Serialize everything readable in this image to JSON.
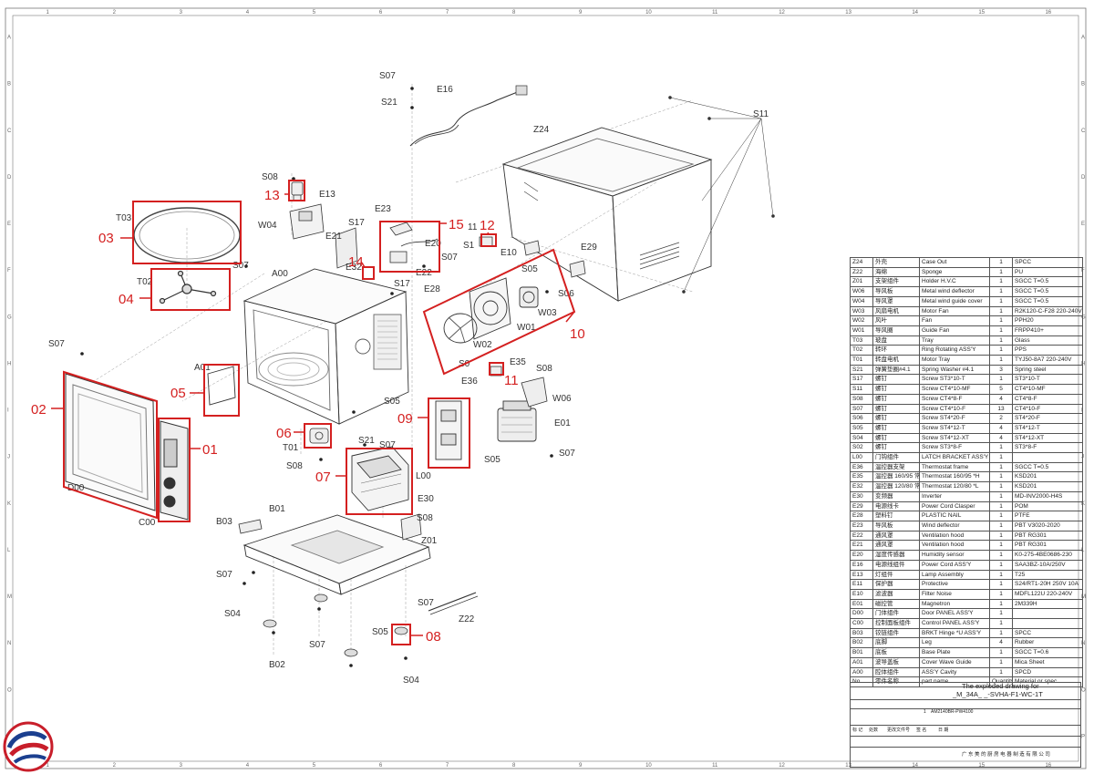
{
  "grid": {
    "columns": [
      "1",
      "2",
      "3",
      "4",
      "5",
      "6",
      "7",
      "8",
      "9",
      "10",
      "11",
      "12",
      "13",
      "14",
      "15",
      "16"
    ],
    "rows": [
      "A",
      "B",
      "C",
      "D",
      "E",
      "F",
      "G",
      "H",
      "I",
      "J",
      "K",
      "L",
      "M",
      "N",
      "O",
      "P"
    ]
  },
  "labels": {
    "S07a": "S07",
    "S21a": "S21",
    "E16": "E16",
    "Z24": "Z24",
    "S11": "S11",
    "S08a": "S08",
    "E13": "E13",
    "T03": "T03",
    "W04": "W04",
    "E23": "E23",
    "S17a": "S17",
    "E21": "E21",
    "E20": "E20",
    "S1x": "S1",
    "S1y": "11",
    "E10": "E10",
    "E29": "E29",
    "S07b": "S07",
    "A00": "A00",
    "T02": "T02",
    "S07c": "S07",
    "E32": "E32",
    "E22": "E22",
    "S17b": "S17",
    "E28": "E28",
    "S05a": "S05",
    "S06": "S06",
    "W03": "W03",
    "W01": "W01",
    "W02": "W02",
    "S07d": "S07",
    "A01": "A01",
    "S05b": "S05",
    "S02": "S0",
    "E35": "E35",
    "S08b": "S08",
    "E36": "E36",
    "W06": "W06",
    "D00": "D00",
    "C00": "C00",
    "T01": "T01",
    "S21b": "S21",
    "S07e": "S07",
    "E01": "E01",
    "S08c": "S08",
    "L00": "L00",
    "S05c": "S05",
    "S07f": "S07",
    "E30": "E30",
    "B01": "B01",
    "S08d": "S08",
    "B03": "B03",
    "Z01": "Z01",
    "S07g": "S07",
    "S04a": "S04",
    "S07h": "S07",
    "Z22": "Z22",
    "S05d": "S05",
    "S07i": "S07",
    "B02": "B02",
    "S04b": "S04"
  },
  "callouts": {
    "c01": "01",
    "c02": "02",
    "c03": "03",
    "c04": "04",
    "c05": "05",
    "c06": "06",
    "c07": "07",
    "c08": "08",
    "c09": "09",
    "c10": "10",
    "c11": "11",
    "c12": "12",
    "c13": "13",
    "c14": "14",
    "c15": "15"
  },
  "colors": {
    "callout": "#d42020",
    "line": "#333333"
  },
  "bom": [
    [
      "Z24",
      "外壳",
      "Case Out",
      "1",
      "SPCC"
    ],
    [
      "Z22",
      "海绵",
      "Sponge",
      "1",
      "PU"
    ],
    [
      "Z01",
      "支架组件",
      "Holder H.V.C",
      "1",
      "SGCC T=0.5"
    ],
    [
      "W06",
      "导风板",
      "Metal wind deflector",
      "1",
      "SGCC T=0.5"
    ],
    [
      "W04",
      "导风罩",
      "Metal wind guide cover",
      "1",
      "SGCC T=0.5"
    ],
    [
      "W03",
      "风扇电机",
      "Motor Fan",
      "1",
      "R2K120-C-F28 220-240V 50Hz"
    ],
    [
      "W02",
      "风叶",
      "Fan",
      "1",
      "PPH20"
    ],
    [
      "W01",
      "导风圈",
      "Guide Fan",
      "1",
      "FRPP410+"
    ],
    [
      "T03",
      "玻盘",
      "Tray",
      "1",
      "Glass"
    ],
    [
      "T02",
      "转环",
      "Ring Rotating ASS'Y",
      "1",
      "PPS"
    ],
    [
      "T01",
      "转盘电机",
      "Motor Tray",
      "1",
      "TYJ50-8A7 220-240V"
    ],
    [
      "S21",
      "弹簧垫圈#4.1",
      "Spring Washer #4.1",
      "3",
      "Spring steel"
    ],
    [
      "S17",
      "螺钉",
      "Screw ST3*10-T",
      "1",
      "ST3*10-T"
    ],
    [
      "S11",
      "螺钉",
      "Screw CT4*10-MF",
      "5",
      "CT4*10-MF"
    ],
    [
      "S08",
      "螺钉",
      "Screw CT4*8-F",
      "4",
      "CT4*8-F"
    ],
    [
      "S07",
      "螺钉",
      "Screw CT4*10-F",
      "13",
      "CT4*10-F"
    ],
    [
      "S06",
      "螺钉",
      "Screw ST4*20-F",
      "2",
      "ST4*20-F"
    ],
    [
      "S05",
      "螺钉",
      "Screw ST4*12-T",
      "4",
      "ST4*12-T"
    ],
    [
      "S04",
      "螺钉",
      "Screw ST4*12-XT",
      "4",
      "ST4*12-XT"
    ],
    [
      "S02",
      "螺钉",
      "Screw ST3*8-F",
      "1",
      "ST3*8-F"
    ],
    [
      "L00",
      "门钩组件",
      "LATCH BRACKET ASS'Y",
      "1",
      ""
    ],
    [
      "E36",
      "温控器支架",
      "Thermostat frame",
      "1",
      "SGCC T=0.5"
    ],
    [
      "E35",
      "温控器 160/95 常闭",
      "Thermostat 160/95 *H",
      "1",
      "KSD201"
    ],
    [
      "E32",
      "温控器 120/80 常开",
      "Thermostat 120/80 *L",
      "1",
      "KSD201"
    ],
    [
      "E30",
      "变频器",
      "Inverter",
      "1",
      "MD-INV2000-H4S"
    ],
    [
      "E29",
      "电源线卡",
      "Power Cord Clasper",
      "1",
      "POM"
    ],
    [
      "E28",
      "塑料钉",
      "PLASTIC NAIL",
      "1",
      "PTFE"
    ],
    [
      "E23",
      "导风板",
      "Wind deflector",
      "1",
      "PBT V3020-2020"
    ],
    [
      "E22",
      "通风罩",
      "Ventilation hood",
      "1",
      "PBT RG301"
    ],
    [
      "E21",
      "通风罩",
      "Ventilation hood",
      "1",
      "PBT RG301"
    ],
    [
      "E20",
      "湿度传感器",
      "Humidity sensor",
      "1",
      "K0-275-4BE0686-230"
    ],
    [
      "E16",
      "电源线组件",
      "Power Cord ASS'Y",
      "1",
      "SAA3BZ-10A/250V"
    ],
    [
      "E13",
      "灯组件",
      "Lamp Assembly",
      "1",
      "T25"
    ],
    [
      "E11",
      "保护器",
      "Protective",
      "1",
      "S24/RT1-20H 250V 10A"
    ],
    [
      "E10",
      "滤波器",
      "Filter Noise",
      "1",
      "MDFL122U 220-240V"
    ],
    [
      "E01",
      "磁控管",
      "Magnetron",
      "1",
      "2M339H"
    ],
    [
      "D00",
      "门体组件",
      "Door PANEL ASS'Y",
      "1",
      ""
    ],
    [
      "C00",
      "控制面板组件",
      "Control PANEL ASS'Y",
      "1",
      ""
    ],
    [
      "B03",
      "铰链组件",
      "BRKT Hinge *U ASS'Y",
      "1",
      "SPCC"
    ],
    [
      "B02",
      "底脚",
      "Leg",
      "4",
      "Rubber"
    ],
    [
      "B01",
      "底板",
      "Base Plate",
      "1",
      "SGCC T=0.6"
    ],
    [
      "A01",
      "波导盖板",
      "Cover Wave Guide",
      "1",
      "Mica Sheet"
    ],
    [
      "A00",
      "腔体组件",
      "ASS'Y Cavity",
      "1",
      "SPCD"
    ],
    [
      "No.",
      "零件名称",
      "part name",
      "Quantity",
      "Material or spec"
    ]
  ],
  "titleblock": {
    "line1": "The exploded drawing for",
    "line2": "_M_34A_ _-SVHA-F1-WC-1T",
    "small1": "标 记",
    "small2": "处数",
    "small3": "更改文件号",
    "small4": "签 名",
    "small5": "日 期",
    "num": "1",
    "code": "AM2140BR-PW4100",
    "company": "广 东 美 的 厨 房 电 器 制 造 有 限 公 司"
  }
}
